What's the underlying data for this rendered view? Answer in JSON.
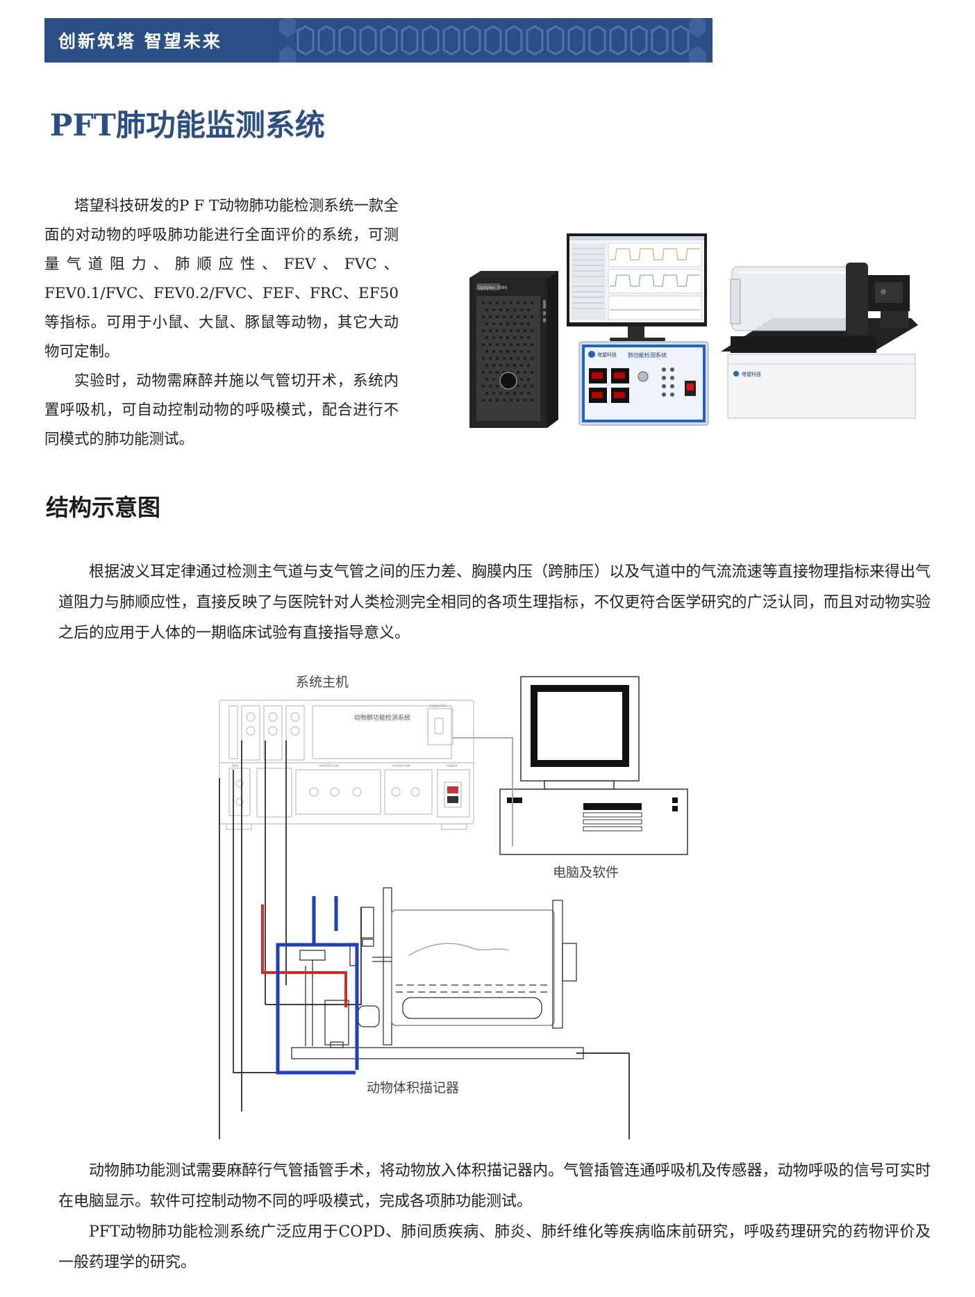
{
  "banner": {
    "slogan": "创新筑塔  智望未来"
  },
  "title": "PFT肺功能监测系统",
  "intro": {
    "p1": "塔望科技研发的P F T动物肺功能检测系统一款全面的对动物的呼吸肺功能进行全面评价的系统，可测量气道阻力、肺顺应性、FEV、FVC、FEV0.1/FVC、FEV0.2/FVC、FEF、FRC、EF50等指标。可用于小鼠、大鼠、豚鼠等动物，其它大动物可定制。",
    "p2": "实验时，动物需麻醉并施以气管切开术，系统内置呼吸机，可自动控制动物的呼吸模式，配合进行不同模式的肺功能测试。"
  },
  "product": {
    "panel_brand": "塔望科技",
    "panel_title": "肺功能检测系统",
    "pc_brand": "Optiplex 7090",
    "box_brand": "塔望科技"
  },
  "section": {
    "title": "结构示意图"
  },
  "para2": "根据波义耳定律通过检测主气道与支气管之间的压力差、胸膜内压（跨肺压）以及气道中的气流流速等直接物理指标来得出气道阻力与肺顺应性，直接反映了与医院针对人类检测完全相同的各项生理指标，不仅更符合医学研究的广泛认同，而且对动物实验之后的应用于人体的一期临床试验有直接指导意义。",
  "diagram": {
    "host_label": "系统主机",
    "host_panel_title": "动物肺功能检测系统",
    "computer_label": "电脑及软件",
    "recorder_label": "动物体积描记器",
    "panel_tags": {
      "computer": "COMPUTER",
      "inspiration": "INSPIRATION",
      "expiration": "EXPIRATION",
      "power": "POWER",
      "box": "BOX"
    }
  },
  "para3": {
    "p1": "动物肺功能测试需要麻醉行气管插管手术，将动物放入体积描记器内。气管插管连通呼吸机及传感器，动物呼吸的信号可实时在电脑显示。软件可控制动物不同的呼吸模式，完成各项肺功能测试。",
    "p2": "PFT动物肺功能检测系统广泛应用于COPD、肺间质疾病、肺炎、肺纤维化等疾病临床前研究，呼吸药理研究的药物评价及一般药理学的研究。"
  },
  "colors": {
    "brand": "#2a4f86",
    "air_in": "#d62828",
    "air_out": "#1f3ec7"
  }
}
